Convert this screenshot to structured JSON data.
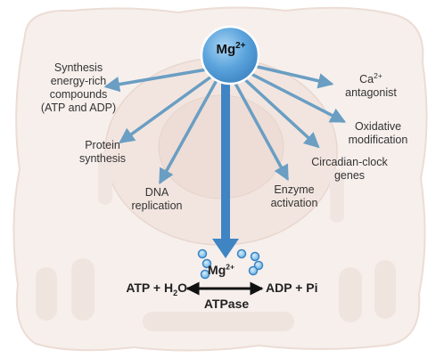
{
  "center": {
    "ion": "Mg",
    "charge": "2+"
  },
  "labels": {
    "synthesis": [
      "Synthesis",
      "energy-rich",
      "compounds",
      "(ATP and ADP)"
    ],
    "protein": [
      "Protein",
      "synthesis"
    ],
    "dna": [
      "DNA",
      "replication"
    ],
    "enzyme": [
      "Enzyme",
      "activation"
    ],
    "circadian": [
      "Circadian-clock",
      "genes"
    ],
    "oxidative": [
      "Oxidative",
      "modification"
    ],
    "ca": {
      "ion": "Ca",
      "charge": "2+",
      "line2": "antagonist"
    }
  },
  "reaction": {
    "ion": "Mg",
    "charge": "2+",
    "left_atp": "ATP + H",
    "left_sub": "2",
    "left_o": "O",
    "right": "ADP + Pi",
    "enzyme": "ATPase"
  },
  "colors": {
    "arrow": "#6a9ec3",
    "hub_fill": "#5aa3dc",
    "bg_cell": "#f4ebe6",
    "bg_outline": "#e8d8cf"
  }
}
